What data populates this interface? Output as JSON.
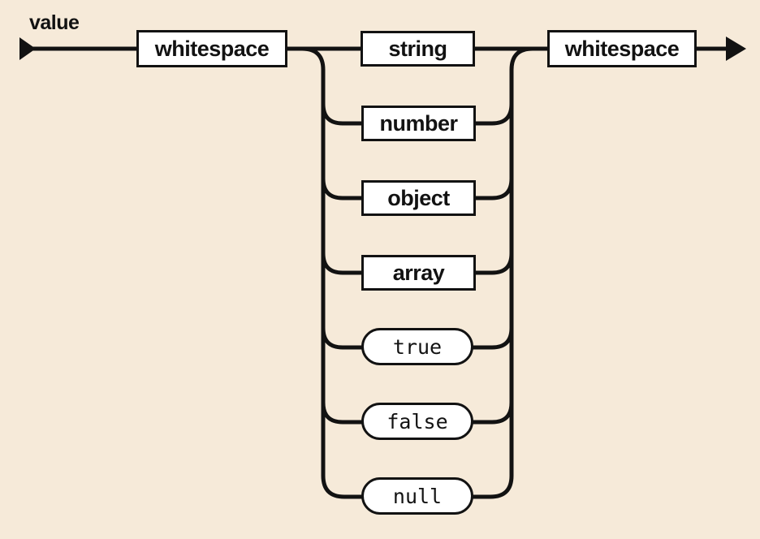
{
  "page": {
    "background_color": "#f6ead9",
    "line_color": "#121212",
    "box_fill_color": "#ffffff",
    "description": "Railroad syntax diagram for a JSON value"
  },
  "diagram": {
    "rule_label": "value",
    "sequence": {
      "whitespace_before": "whitespace",
      "whitespace_after": "whitespace"
    },
    "branches": [
      {
        "label": "string",
        "kind": "non-terminal"
      },
      {
        "label": "number",
        "kind": "non-terminal"
      },
      {
        "label": "object",
        "kind": "non-terminal"
      },
      {
        "label": "array",
        "kind": "non-terminal"
      },
      {
        "label": "true",
        "kind": "terminal"
      },
      {
        "label": "false",
        "kind": "terminal"
      },
      {
        "label": "null",
        "kind": "terminal"
      }
    ]
  }
}
